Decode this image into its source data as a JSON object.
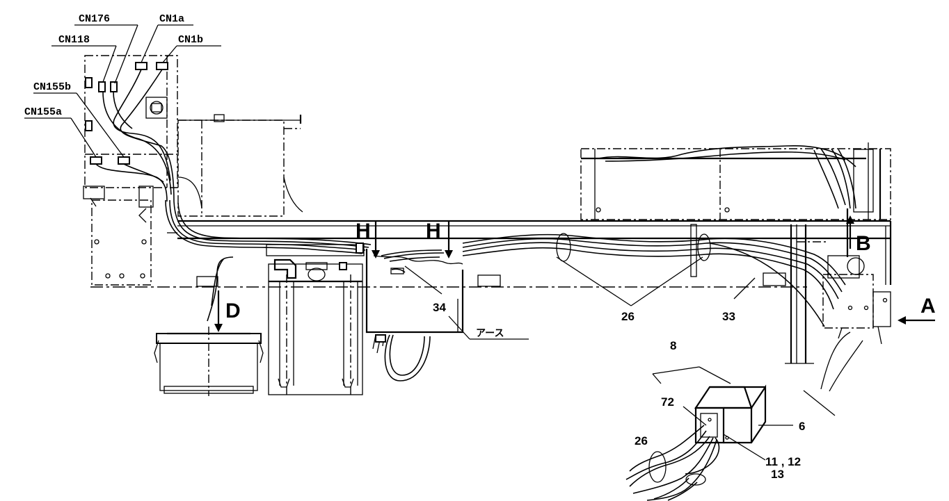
{
  "connectors": {
    "cn176": "CN176",
    "cn1a": "CN1a",
    "cn118": "CN118",
    "cn1b": "CN1b",
    "cn155b": "CN155b",
    "cn155a": "CN155a"
  },
  "views": {
    "h_left": "H",
    "h_right": "H",
    "d": "D",
    "b": "B",
    "a": "A"
  },
  "parts": {
    "p34": "34",
    "p26_main": "26",
    "p33": "33",
    "p8": "8",
    "p72": "72",
    "p6": "6",
    "p26_detail": "26",
    "p11_12": "11 , 12",
    "p13": "13"
  },
  "ground_label": "アース"
}
